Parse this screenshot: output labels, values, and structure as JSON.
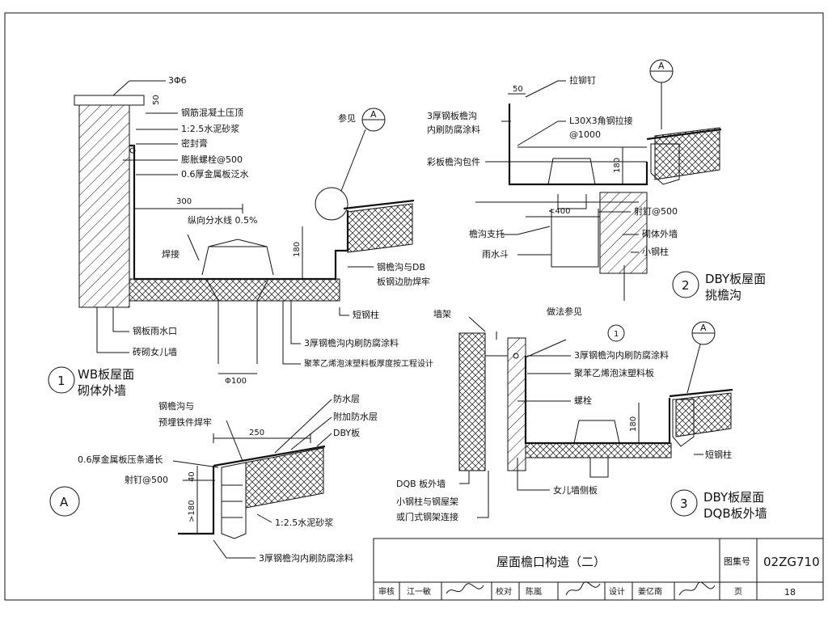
{
  "title_block": {
    "title": "屋面檐口构造（二）",
    "atlas_label": "图集号",
    "atlas_no": "02ZG710",
    "review_label": "审核",
    "reviewer": "江一敏",
    "check_label": "校对",
    "checker": "陈嵐",
    "design_label": "设计",
    "designer": "姜亿南",
    "page_label": "页",
    "page_no": "18"
  },
  "details": [
    {
      "num": "1",
      "title_line1": "WB板屋面",
      "title_line2": "砌体外墙",
      "labels": {
        "rebar": "3Φ6",
        "dim_50": "50",
        "coping": "钢筋混凝土压顶",
        "mortar": "1:2.5水泥砂浆",
        "sealant": "密封膏",
        "bolt": "膨胀螺栓@500",
        "flashing": "0.6厚金属板泛水",
        "ref": "参见",
        "ref_mark": "A",
        "dim_300": "300",
        "slope": "纵向分水线 0.5%",
        "weld": "焊接",
        "dim_180": "180",
        "gutter_weld": "钢檐沟与DB",
        "gutter_weld_2": "板钢边肋焊牢",
        "short_col": "短钢柱",
        "outlet": "钢板雨水口",
        "parapet": "砖砌女儿墙",
        "gutter": "3厚钢檐沟内刷防腐涂料",
        "foam": "聚苯乙烯泡沫塑料板厚度按工程设计",
        "dia": "Φ100"
      }
    },
    {
      "num": "2",
      "title_line1": "DBY板屋面",
      "title_line2": "挑檐沟",
      "labels": {
        "dim_50": "50",
        "rivet": "拉铆钉",
        "ref_mark": "A",
        "gutter_1": "3厚钢板檐沟",
        "gutter_2": "内刷防腐涂料",
        "angle": "L30X3角钢拉接",
        "spacing": "@1000",
        "wrap": "彩板檐沟包件",
        "dim_180": "180",
        "dim_400": "<400",
        "nail": "射钉@500",
        "support": "檐沟支托",
        "masonry": "砌体外墙",
        "downpipe": "雨水斗",
        "small_col": "小钢柱"
      }
    },
    {
      "num": "3",
      "title_line1": "DBY板屋面",
      "title_line2": "DQB板外墙",
      "labels": {
        "frame": "墙架",
        "ref": "做法参见",
        "ref_mark_top": "1",
        "ref_mark": "A",
        "gutter": "3厚钢檐沟内刷防腐涂料",
        "foam": "聚苯乙烯泡沫塑料板",
        "bolt": "螺栓",
        "dim_180": "180",
        "short_col": "短钢柱",
        "wall": "DQB 板外墙",
        "conn_1": "小钢柱与钢屋架",
        "conn_2": "或门式钢架连接",
        "side": "女儿墙侧板"
      }
    },
    {
      "num": "A",
      "labels": {
        "gutter_weld_1": "钢檐沟与",
        "gutter_weld_2": "预埋铁件焊牢",
        "waterproof": "防水层",
        "add_waterproof": "附加防水层",
        "dby": "DBY板",
        "dim_250": "250",
        "strip": "0.6厚金属板压条通长",
        "nail": "射钉@500",
        "dim_40": "40",
        "dim_180": ">180",
        "mortar": "1:2.5水泥砂浆",
        "gutter": "3厚钢檐沟内刷防腐涂料"
      }
    }
  ]
}
